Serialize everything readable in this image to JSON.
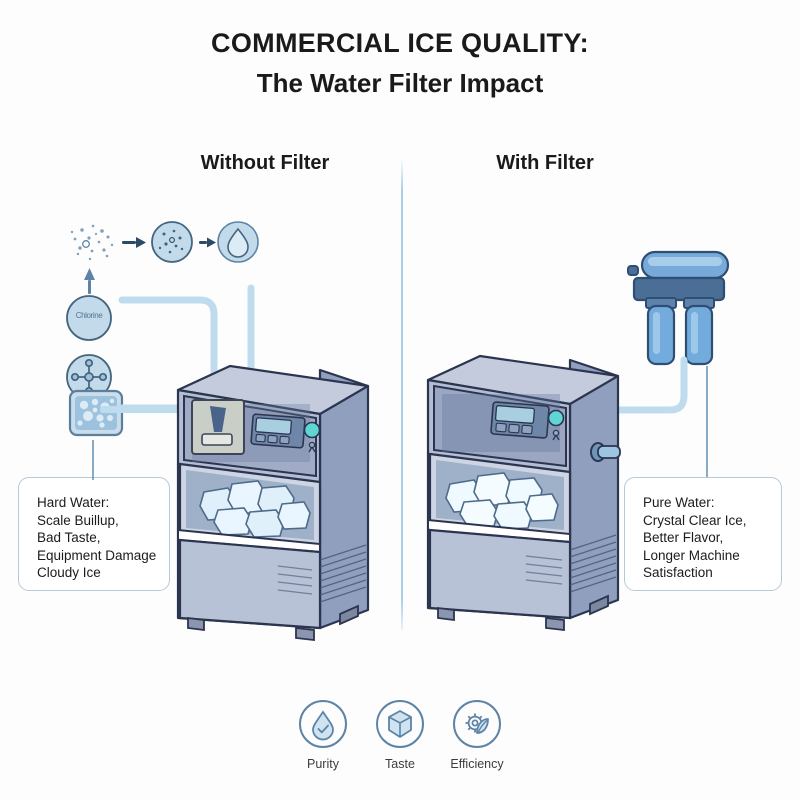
{
  "page": {
    "background_color": "#fdfdfd",
    "accent_color": "#5d84a6",
    "pipe_color": "#bfdcef",
    "divider_color": "#a8cde4"
  },
  "header": {
    "title_line1": "COMMERCIAL ICE QUALITY:",
    "title_line2": "The Water Filter Impact"
  },
  "columns": {
    "left_heading": "Without Filter",
    "right_heading": "With Filter"
  },
  "left_panel": {
    "contaminant_label": "Chlorine",
    "callout": {
      "line1": "Hard Water:",
      "line2": "Scale Buillup,",
      "line3": "Bad Taste,",
      "line4": "Equipment Damage",
      "line5": "Cloudy Ice"
    },
    "machine": {
      "name": "ice-machine-unfiltered"
    }
  },
  "right_panel": {
    "filter_name": "dual-canister-water-filter",
    "callout": {
      "line1": "Pure Water:",
      "line2": "Crystal Clear Ice,",
      "line3": "Better Flavor,",
      "line4": "Longer Machine",
      "line5": "Satisfaction"
    },
    "machine": {
      "name": "ice-machine-filtered"
    }
  },
  "benefits": [
    {
      "icon": "water-drop-check-icon",
      "label": "Purity"
    },
    {
      "icon": "ice-cube-icon",
      "label": "Taste"
    },
    {
      "icon": "gear-leaf-icon",
      "label": "Efficiency"
    }
  ]
}
